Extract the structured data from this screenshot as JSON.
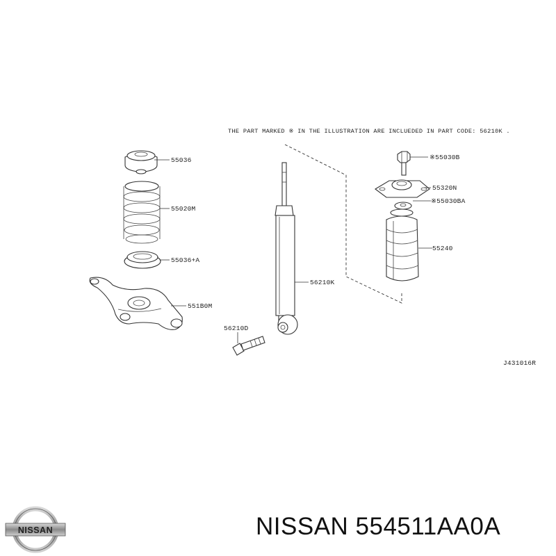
{
  "diagram": {
    "note": "THE PART MARKED ※ IN THE ILLUSTRATION ARE INCLUEDED IN PART CODE: 56210K .",
    "drawing_code": "J431016R",
    "labels": {
      "p55036": "55036",
      "p55020m": "55020M",
      "p55036a": "55036+A",
      "p551b0m": "551B0M",
      "p56210d": "56210D",
      "p56210k": "56210K",
      "p55030b": "※55030B",
      "p55320n": "55320N",
      "p55030ba": "※55030BA",
      "p55240": "55240"
    }
  },
  "footer": {
    "logo_text": "NISSAN",
    "title": "NISSAN 554511AA0A"
  }
}
